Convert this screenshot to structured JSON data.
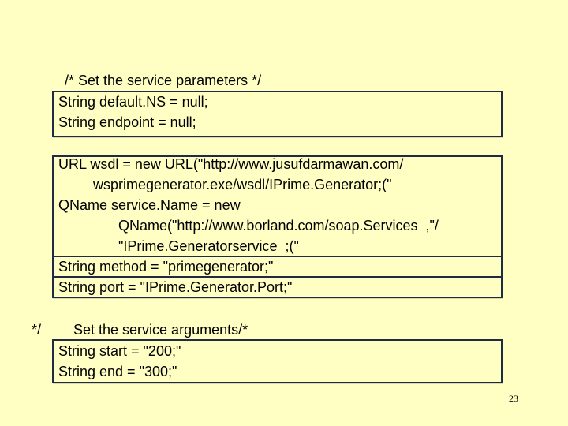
{
  "comment_parameters": "/* Set the service parameters */",
  "block1": {
    "lines": [
      "String default.NS = null;",
      "String endpoint = null;"
    ]
  },
  "block2": {
    "lines": [
      "URL wsdl = new URL(\"http://www.jusufdarmawan.com/",
      "wsprimegenerator.exe/wsdl/IPrime.Generator;(\"",
      "QName service.Name = new",
      "QName(\"http://www.borland.com/soap.Services  ,\"/",
      "\"IPrime.Generatorservice  ;(\"",
      "String method = \"primegenerator;\"",
      "String port = \"IPrime.Generator.Port;\""
    ]
  },
  "comment_arguments": {
    "start_marker": "*/",
    "text": "Set the service arguments/*"
  },
  "block3": {
    "lines": [
      "String start = \"200;\"",
      "String end = \"300;\""
    ]
  },
  "page_number": "23"
}
